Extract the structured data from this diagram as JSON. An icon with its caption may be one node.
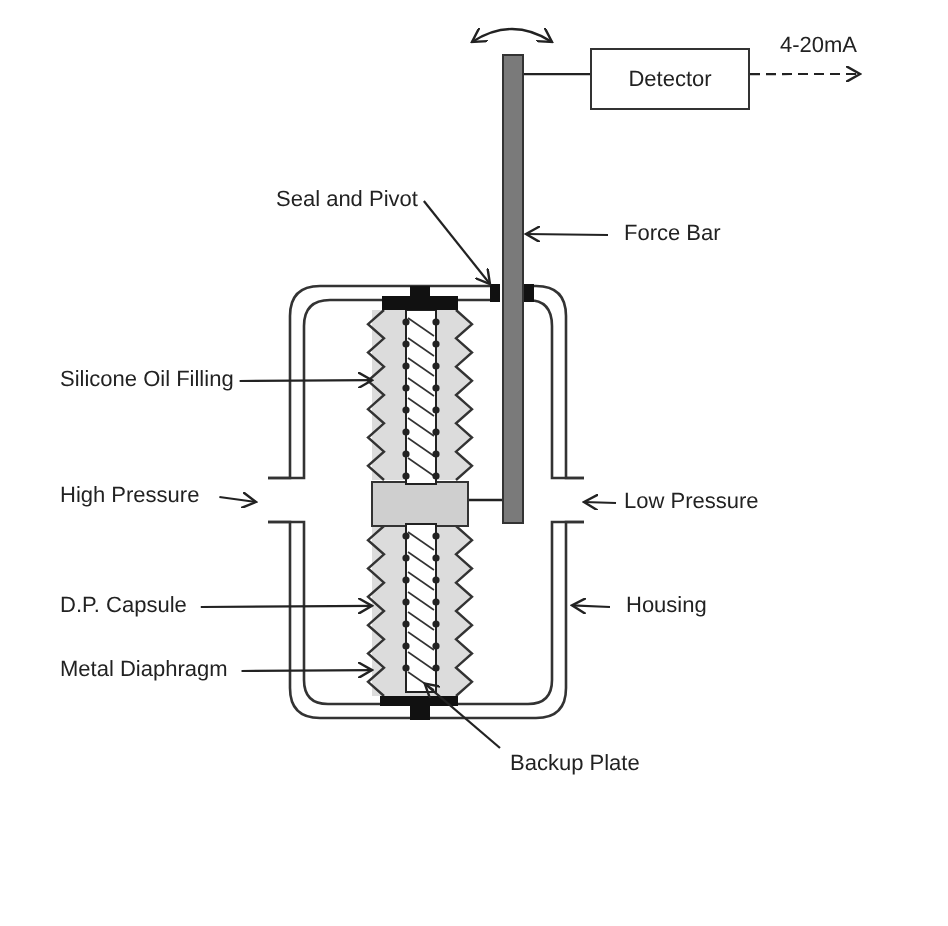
{
  "diagram": {
    "nodes": [
      {
        "text": [
          "Detector"
        ]
      },
      {
        "text": [],
        "shape": "bar"
      },
      {
        "text": [
          "Seal and Pivot"
        ]
      },
      {
        "text": [
          "Force Bar"
        ]
      },
      {
        "text": [
          "Silicone Oil Filling"
        ]
      },
      {
        "text": [
          "High Pressure"
        ]
      },
      {
        "text": [
          "Low Pressure"
        ]
      },
      {
        "text": [
          "D.P. Capsule"
        ]
      },
      {
        "text": [
          "Housing"
        ]
      },
      {
        "text": [
          "Metal Diaphragm"
        ]
      },
      {
        "text": [
          "Backup Plate"
        ]
      },
      {
        "text": [],
        "shape": "housing"
      },
      {
        "text": [],
        "shape": "box",
        "in": 11
      },
      {
        "text": [],
        "shape": "capsule",
        "in": 11
      },
      {
        "text": [],
        "shape": "box",
        "in": 13
      }
    ],
    "edges": [
      {
        "from": 1,
        "to": 0,
        "arrow": "none"
      },
      {
        "from": 0,
        "to": null,
        "arrow": "to",
        "style": "dashed",
        "label": "4-20mA"
      },
      {
        "from": 2,
        "to": 12,
        "arrow": "to"
      },
      {
        "from": 3,
        "to": 1,
        "arrow": "to"
      },
      {
        "from": 4,
        "to": 13,
        "arrow": "to"
      },
      {
        "from": 5,
        "to": 11,
        "arrow": "to"
      },
      {
        "from": 6,
        "to": 11,
        "arrow": "to"
      },
      {
        "from": 7,
        "to": 13,
        "arrow": "to"
      },
      {
        "from": 8,
        "to": 11,
        "arrow": "to"
      },
      {
        "from": 9,
        "to": 13,
        "arrow": "to"
      },
      {
        "from": 10,
        "to": 14,
        "arrow": "to"
      }
    ]
  }
}
